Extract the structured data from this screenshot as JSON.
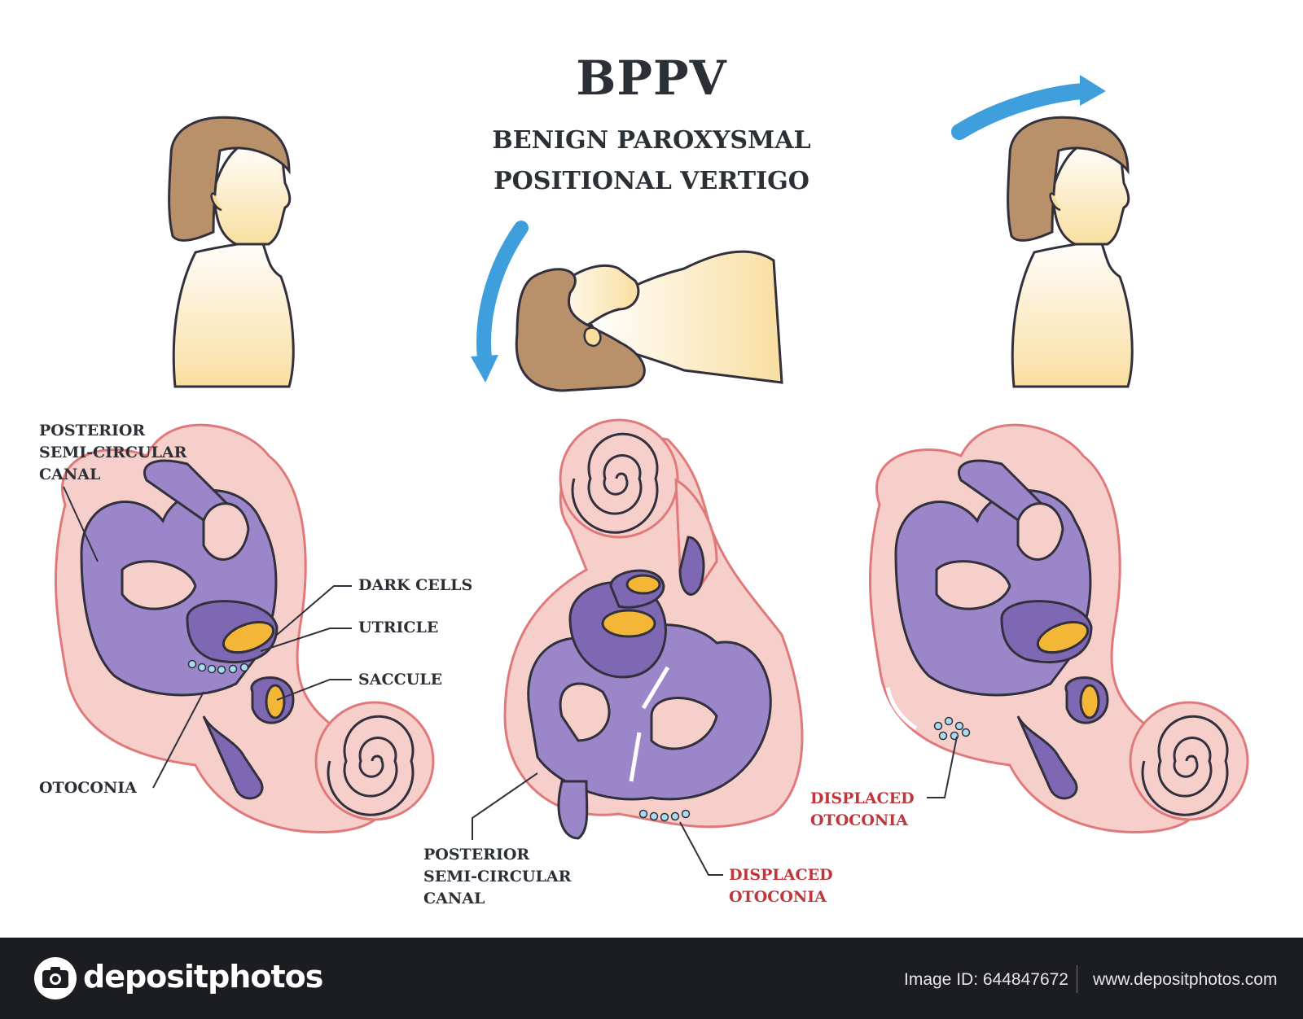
{
  "title": "BPPV",
  "subtitle_line1": "BENIGN PAROXYSMAL",
  "subtitle_line2": "POSITIONAL VERTIGO",
  "labels": {
    "posterior_canal_left": "POSTERIOR\nSEMI-CIRCULAR\nCANAL",
    "dark_cells": "DARK CELLS",
    "utricle": "UTRICLE",
    "saccule": "SACCULE",
    "otoconia": "OTOCONIA",
    "posterior_canal_center": "POSTERIOR\nSEMI-CIRCULAR\nCANAL",
    "displaced_otoconia_center": "DISPLACED\nOTOCONIA",
    "displaced_otoconia_right": "DISPLACED\nOTOCONIA"
  },
  "footer": {
    "brand": "depositphotos",
    "image_id": "Image ID: 644847672",
    "website": "www.depositphotos.com"
  },
  "colors": {
    "canal_purple": "#9b86c9",
    "canal_dark": "#7e68b3",
    "membrane_pink": "#f6cfcb",
    "outline_red": "#e0797a",
    "otolith_yellow": "#f3b637",
    "arrow_blue": "#3f9fdc",
    "skin": "#fbe7b8",
    "hair": "#b8916a",
    "label_red": "#c0363a",
    "footer_bg": "#1c1d21"
  }
}
